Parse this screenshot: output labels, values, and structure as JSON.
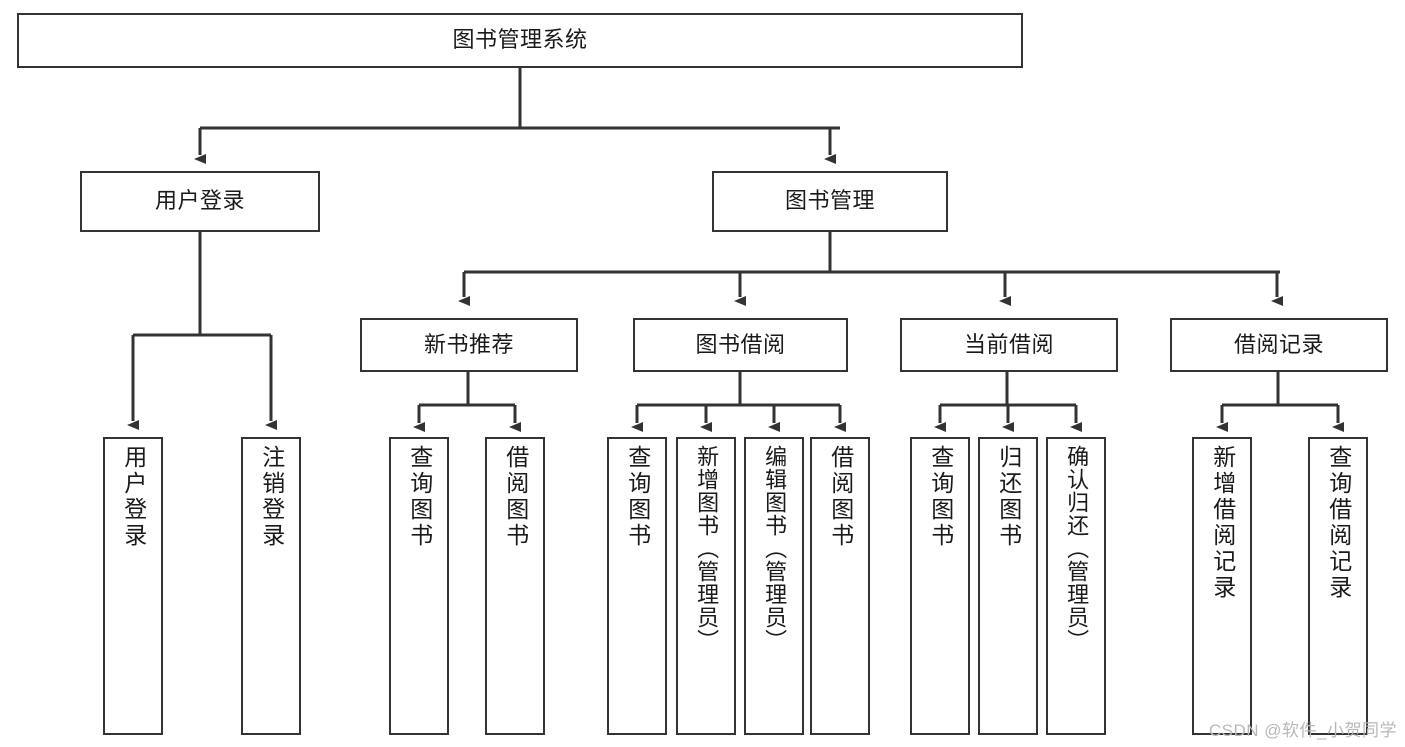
{
  "diagram": {
    "type": "tree-hierarchy",
    "title": "图书管理系统",
    "root": {
      "id": "root",
      "label": "图书管理系统",
      "level": 0,
      "orientation": "horizontal"
    },
    "nodes": [
      {
        "id": "root",
        "label": "图书管理系统",
        "level": 0,
        "parent": null,
        "orientation": "horizontal"
      },
      {
        "id": "user-login",
        "label": "用户登录",
        "level": 1,
        "parent": "root",
        "orientation": "horizontal"
      },
      {
        "id": "book-manage",
        "label": "图书管理",
        "level": 1,
        "parent": "root",
        "orientation": "horizontal"
      },
      {
        "id": "new-book-rec",
        "label": "新书推荐",
        "level": 2,
        "parent": "book-manage",
        "orientation": "horizontal"
      },
      {
        "id": "book-borrow",
        "label": "图书借阅",
        "level": 2,
        "parent": "book-manage",
        "orientation": "horizontal"
      },
      {
        "id": "current-borrow",
        "label": "当前借阅",
        "level": 2,
        "parent": "book-manage",
        "orientation": "horizontal"
      },
      {
        "id": "borrow-record",
        "label": "借阅记录",
        "level": 2,
        "parent": "book-manage",
        "orientation": "horizontal"
      },
      {
        "id": "leaf-user-login",
        "label": "用户登录",
        "level": 2,
        "parent": "user-login",
        "orientation": "vertical"
      },
      {
        "id": "leaf-logout",
        "label": "注销登录",
        "level": 2,
        "parent": "user-login",
        "orientation": "vertical"
      },
      {
        "id": "leaf-q1",
        "label": "查询图书",
        "level": 3,
        "parent": "new-book-rec",
        "orientation": "vertical"
      },
      {
        "id": "leaf-b1",
        "label": "借阅图书",
        "level": 3,
        "parent": "new-book-rec",
        "orientation": "vertical"
      },
      {
        "id": "leaf-q2",
        "label": "查询图书",
        "level": 3,
        "parent": "book-borrow",
        "orientation": "vertical"
      },
      {
        "id": "leaf-add-book",
        "label": "新增图书（管理员）",
        "level": 3,
        "parent": "book-borrow",
        "orientation": "vertical"
      },
      {
        "id": "leaf-edit-book",
        "label": "编辑图书（管理员）",
        "level": 3,
        "parent": "book-borrow",
        "orientation": "vertical"
      },
      {
        "id": "leaf-b2",
        "label": "借阅图书",
        "level": 3,
        "parent": "book-borrow",
        "orientation": "vertical"
      },
      {
        "id": "leaf-q3",
        "label": "查询图书",
        "level": 3,
        "parent": "current-borrow",
        "orientation": "vertical"
      },
      {
        "id": "leaf-return",
        "label": "归还图书",
        "level": 3,
        "parent": "current-borrow",
        "orientation": "vertical"
      },
      {
        "id": "leaf-confirm",
        "label": "确认归还（管理员）",
        "level": 3,
        "parent": "current-borrow",
        "orientation": "vertical"
      },
      {
        "id": "leaf-add-rec",
        "label": "新增借阅记录",
        "level": 3,
        "parent": "borrow-record",
        "orientation": "vertical"
      },
      {
        "id": "leaf-query-rec",
        "label": "查询借阅记录",
        "level": 3,
        "parent": "borrow-record",
        "orientation": "vertical"
      }
    ],
    "colors": {
      "node_border": "#333333",
      "node_fill": "#ffffff",
      "edge": "#333333",
      "text": "#1a1a1a",
      "background": "#ffffff",
      "watermark": "#b8b8b8"
    }
  },
  "watermark": {
    "text": "CSDN @软件_小贺同学"
  }
}
